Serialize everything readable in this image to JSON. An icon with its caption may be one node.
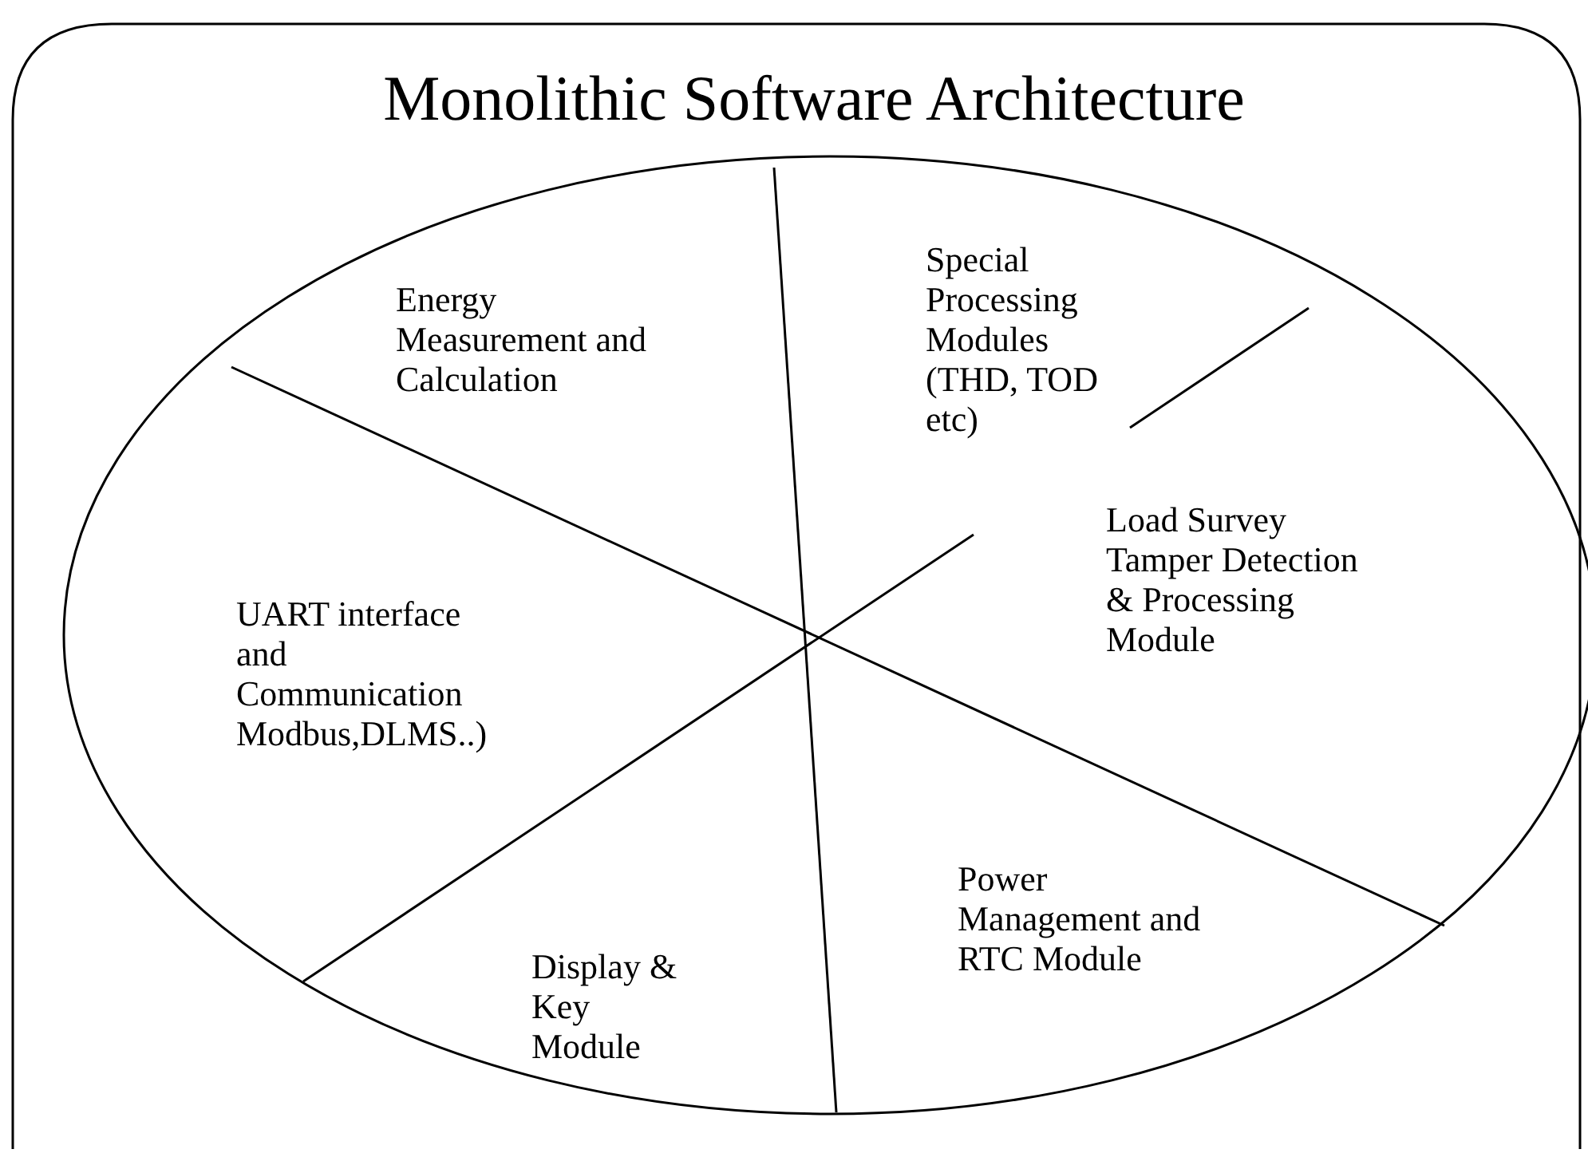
{
  "diagram": {
    "title": "Monolithic Software Architecture",
    "nodes": [
      {
        "text": [],
        "shape": "ellipse"
      },
      {
        "text": [
          "Energy Measurement and Calculation"
        ],
        "in": 0
      },
      {
        "text": [
          "Special Processing Modules (THD, TOD etc)"
        ],
        "in": 0
      },
      {
        "text": [
          "Load Survey Tamper Detection & Processing Module"
        ],
        "in": 0
      },
      {
        "text": [
          "UART interface and Communication Modbus,DLMS..)"
        ],
        "in": 0
      },
      {
        "text": [
          "Power Management and RTC Module"
        ],
        "in": 0
      },
      {
        "text": [
          "Display & Key Module"
        ],
        "in": 0
      }
    ],
    "edges": []
  }
}
